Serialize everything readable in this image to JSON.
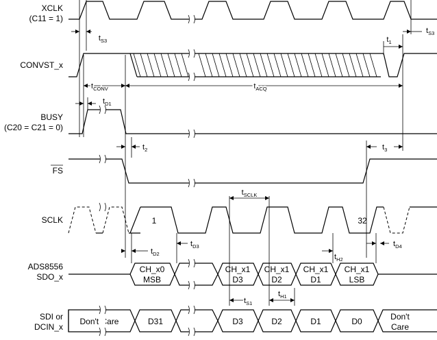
{
  "signals": {
    "xclk": [
      "XCLK",
      "(C11 = 1)"
    ],
    "convst": [
      "CONVST_x"
    ],
    "busy": [
      "BUSY",
      "(C20 = C21 = 0)"
    ],
    "fs": [
      "FS"
    ],
    "sclk": [
      "SCLK"
    ],
    "sdo": [
      "ADS8556",
      "SDO_x"
    ],
    "sdi": [
      "SDI or",
      "DCIN_x"
    ]
  },
  "timing": {
    "ts3a": {
      "main": "t",
      "sub": "S3"
    },
    "ts3b": {
      "main": "t",
      "sub": "S3"
    },
    "t1": {
      "main": "t",
      "sub": "1"
    },
    "tconv": {
      "main": "t",
      "sub": "CONV"
    },
    "tacq": {
      "main": "t",
      "sub": "ACQ"
    },
    "td1": {
      "main": "t",
      "sub": "D1"
    },
    "t2": {
      "main": "t",
      "sub": "2"
    },
    "t3": {
      "main": "t",
      "sub": "3"
    },
    "tsclk": {
      "main": "t",
      "sub": "SCLK"
    },
    "td2": {
      "main": "t",
      "sub": "D2"
    },
    "td3": {
      "main": "t",
      "sub": "D3"
    },
    "th2": {
      "main": "t",
      "sub": "H2"
    },
    "td4": {
      "main": "t",
      "sub": "D4"
    },
    "ts1": {
      "main": "t",
      "sub": "S1"
    },
    "th1": {
      "main": "t",
      "sub": "H1"
    }
  },
  "sclk_labels": {
    "first": "1",
    "last": "32"
  },
  "sdo_cells": [
    [
      "CH_x0",
      "MSB"
    ],
    [
      "CH_x1",
      "D3"
    ],
    [
      "CH_x1",
      "D2"
    ],
    [
      "CH_x1",
      "D1"
    ],
    [
      "CH_x1",
      "LSB"
    ]
  ],
  "sdi_cells": [
    [
      "Don't Care"
    ],
    [
      "D31"
    ],
    [
      "D3"
    ],
    [
      "D2"
    ],
    [
      "D1"
    ],
    [
      "D0"
    ],
    [
      "Don't",
      "Care"
    ]
  ]
}
